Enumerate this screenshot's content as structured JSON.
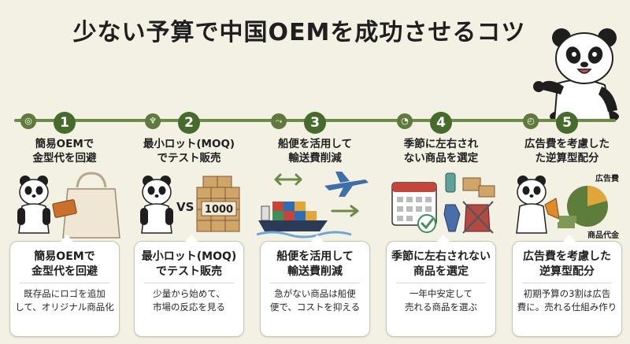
{
  "title": "少ない予算で中国OEMを成功させるコツ",
  "steps": [
    {
      "num": "1",
      "icon": "ring-icon",
      "head_l1": "簡易OEMで",
      "head_l2": "金型代を回避",
      "card_l1": "簡易OEMで",
      "card_l2": "金型代を回避",
      "desc_l1": "既存品にロゴを追加",
      "desc_l2": "して、オリジナル商品化"
    },
    {
      "num": "2",
      "icon": "pin-icon",
      "head_l1": "最小ロット(MOQ)",
      "head_l2": "でテスト販売",
      "card_l1": "最小ロット(MOQ)",
      "card_l2": "でテスト販売",
      "desc_l1": "少量から始めて、",
      "desc_l2": "市場の反応を見る"
    },
    {
      "num": "3",
      "icon": "route-icon",
      "head_l1": "船便を活用して",
      "head_l2": "輸送費削減",
      "card_l1": "船便を活用して",
      "card_l2": "輸送費削減",
      "desc_l1": "急がない商品は船便",
      "desc_l2": "便で、コストを抑える"
    },
    {
      "num": "4",
      "icon": "clock-icon",
      "head_l1": "季節に左右され",
      "head_l2": "ない商品を選定",
      "card_l1": "季節に左右されない",
      "card_l2": "商品を選定",
      "desc_l1": "一年中安定して",
      "desc_l2": "売れる商品を選ぶ"
    },
    {
      "num": "5",
      "icon": "chart-icon",
      "head_l1": "広告費を考慮した",
      "head_l2": "た逆算型配分",
      "card_l1": "広告費を考慮した",
      "card_l2": "逆算型配分",
      "desc_l1": "初期予算の3割は広告",
      "desc_l2": "費に。売れる仕組み作り"
    }
  ],
  "illus": {
    "vs": "VS",
    "box_count": "1000",
    "ad_label": "広告費",
    "product_label": "商品代金"
  },
  "colors": {
    "accent": "#476b2c",
    "bar": "#6e8a47",
    "bg": "#f3f0e4"
  }
}
